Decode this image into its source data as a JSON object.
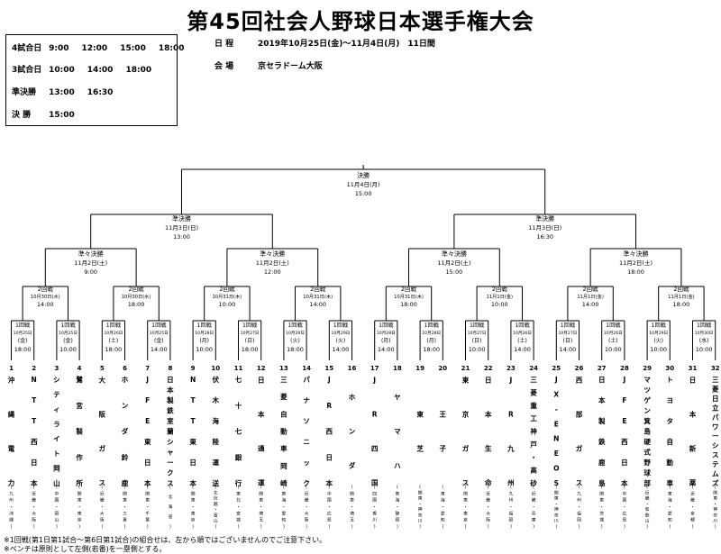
{
  "title": "第45回社会人野球日本選手権大会",
  "schedule": [
    {
      "label": "4試合日",
      "times": [
        "9:00",
        "12:00",
        "15:00",
        "18:00"
      ]
    },
    {
      "label": "3試合日",
      "times": [
        "10:00",
        "14:00",
        "18:00"
      ]
    },
    {
      "label": "準決勝",
      "times": [
        "13:00",
        "16:30"
      ]
    },
    {
      "label": "決 勝",
      "times": [
        "15:00"
      ]
    }
  ],
  "info": {
    "date_label": "日 程",
    "date_value": "2019年10月25日(金)～11月4日(月)　11日間",
    "venue_label": "会 場",
    "venue_value": "京セラドーム大阪"
  },
  "final": {
    "label": "決勝",
    "date": "11月4日(月)",
    "time": "15:00"
  },
  "semis": [
    {
      "label": "準決勝",
      "date": "11月3日(日)",
      "time": "13:00"
    },
    {
      "label": "準決勝",
      "date": "11月3日(日)",
      "time": "16:30"
    }
  ],
  "quarters": [
    {
      "label": "準々決勝",
      "date": "11月2日(土)",
      "time": "9:00"
    },
    {
      "label": "準々決勝",
      "date": "11月2日(土)",
      "time": "12:00"
    },
    {
      "label": "準々決勝",
      "date": "11月2日(土)",
      "time": "15:00"
    },
    {
      "label": "準々決勝",
      "date": "11月2日(土)",
      "time": "18:00"
    }
  ],
  "round2": [
    {
      "label": "2回戦",
      "date": "10月30日(水)",
      "time": "14:00"
    },
    {
      "label": "2回戦",
      "date": "10月30日(水)",
      "time": "18:00"
    },
    {
      "label": "2回戦",
      "date": "10月31日(木)",
      "time": "10:00"
    },
    {
      "label": "2回戦",
      "date": "10月31日(木)",
      "time": "14:00"
    },
    {
      "label": "2回戦",
      "date": "10月31日(木)",
      "time": "18:00"
    },
    {
      "label": "2回戦",
      "date": "11月1日(金)",
      "time": "10:00"
    },
    {
      "label": "2回戦",
      "date": "11月1日(金)",
      "time": "14:00"
    },
    {
      "label": "2回戦",
      "date": "11月1日(金)",
      "time": "18:00"
    }
  ],
  "round1": [
    {
      "label": "1回戦",
      "date": "10月25日",
      "day": "(金)",
      "time": "18:00"
    },
    {
      "label": "1回戦",
      "date": "10月25日",
      "day": "(金)",
      "time": "10:00"
    },
    {
      "label": "1回戦",
      "date": "10月26日",
      "day": "(土)",
      "time": "18:00"
    },
    {
      "label": "1回戦",
      "date": "10月25日",
      "day": "(金)",
      "time": "14:00"
    },
    {
      "label": "1回戦",
      "date": "10月28日",
      "day": "(月)",
      "time": "10:00"
    },
    {
      "label": "1回戦",
      "date": "10月27日",
      "day": "(日)",
      "time": "18:00"
    },
    {
      "label": "1回戦",
      "date": "10月29日",
      "day": "(火)",
      "time": "18:00"
    },
    {
      "label": "1回戦",
      "date": "10月29日",
      "day": "(火)",
      "time": "14:00"
    },
    {
      "label": "1回戦",
      "date": "10月28日",
      "day": "(月)",
      "time": "14:00"
    },
    {
      "label": "1回戦",
      "date": "10月28日",
      "day": "(月)",
      "time": "18:00"
    },
    {
      "label": "1回戦",
      "date": "10月27日",
      "day": "(日)",
      "time": "10:00"
    },
    {
      "label": "1回戦",
      "date": "10月26日",
      "day": "(土)",
      "time": "14:00"
    },
    {
      "label": "1回戦",
      "date": "10月27日",
      "day": "(日)",
      "time": "14:00"
    },
    {
      "label": "1回戦",
      "date": "10月26日",
      "day": "(土)",
      "time": "10:00"
    },
    {
      "label": "1回戦",
      "date": "10月29日",
      "day": "(火)",
      "time": "10:00"
    },
    {
      "label": "1回戦",
      "date": "10月30日",
      "day": "(水)",
      "time": "10:00"
    }
  ],
  "teams": [
    {
      "no": "1",
      "name": "沖縄電力",
      "region": "(九州・沖縄)"
    },
    {
      "no": "2",
      "name": "NTT西日本",
      "region": "(近畿・大阪)"
    },
    {
      "no": "3",
      "name": "シティライト岡山",
      "region": "(中国・岡山)"
    },
    {
      "no": "4",
      "name": "鷺宮製作所",
      "region": "(関東・東京)"
    },
    {
      "no": "5",
      "name": "大阪ガス",
      "region": "(近畿・大阪)"
    },
    {
      "no": "6",
      "name": "ホンダ鈴鹿",
      "region": "(関東・三重)"
    },
    {
      "no": "7",
      "name": "JFE東日本",
      "region": "(関東・千葉)"
    },
    {
      "no": "8",
      "name": "日本製鉄室蘭シャークス",
      "region": "(北海道)"
    },
    {
      "no": "9",
      "name": "NTT東日本",
      "region": "(関東・東京)"
    },
    {
      "no": "10",
      "name": "伏木海陸運送",
      "region": "(北信越・富山)"
    },
    {
      "no": "11",
      "name": "七十七銀行",
      "region": "(東北・宮城)"
    },
    {
      "no": "12",
      "name": "日本通運",
      "region": "(関東・埼玉)"
    },
    {
      "no": "13",
      "name": "三菱自動車岡崎",
      "region": "(東海・愛知)"
    },
    {
      "no": "14",
      "name": "パナソニック",
      "region": "(近畿・大阪)"
    },
    {
      "no": "15",
      "name": "JR西日本",
      "region": "(中国・広島)"
    },
    {
      "no": "16",
      "name": "ホンダ",
      "region": "(関東・埼玉)"
    },
    {
      "no": "17",
      "name": "JR四国",
      "region": "(四国・香川)"
    },
    {
      "no": "18",
      "name": "ヤマハ",
      "region": "(東海・静岡)"
    },
    {
      "no": "19",
      "name": "東芝",
      "region": "(関東・神奈川)"
    },
    {
      "no": "20",
      "name": "王子",
      "region": "(東海・愛知)"
    },
    {
      "no": "21",
      "name": "東京ガス",
      "region": "(関東・東京)"
    },
    {
      "no": "22",
      "name": "日本生命",
      "region": "(近畿・大阪)"
    },
    {
      "no": "23",
      "name": "JR九州",
      "region": "(九州・福岡)"
    },
    {
      "no": "24",
      "name": "三菱重工神戸・高砂",
      "region": "(近畿・兵庫)"
    },
    {
      "no": "25",
      "name": "JX-ENEOS",
      "region": "(関東・神奈川)"
    },
    {
      "no": "26",
      "name": "西部ガス",
      "region": "(九州・福岡)"
    },
    {
      "no": "27",
      "name": "日本製鉄鹿島",
      "region": "(関東・茨城)"
    },
    {
      "no": "28",
      "name": "JFE西日本",
      "region": "(中国・広島)"
    },
    {
      "no": "29",
      "name": "マツゲン箕島硬式野球部",
      "region": "(近畿・和歌山)"
    },
    {
      "no": "30",
      "name": "トヨタ自動車",
      "region": "(東海・愛知)"
    },
    {
      "no": "31",
      "name": "日本新薬",
      "region": "(近畿・京都)"
    },
    {
      "no": "32",
      "name": "三菱日立パワーシステムズ",
      "region": "(関東・神奈川)"
    }
  ],
  "notes": [
    "※1回戦(第1日第1試合～第6日第1試合)の組合せは、左から順ではございませんのでご注意下さい。",
    "※ベンチは原則として左側(若番)を一塁側とする。"
  ]
}
